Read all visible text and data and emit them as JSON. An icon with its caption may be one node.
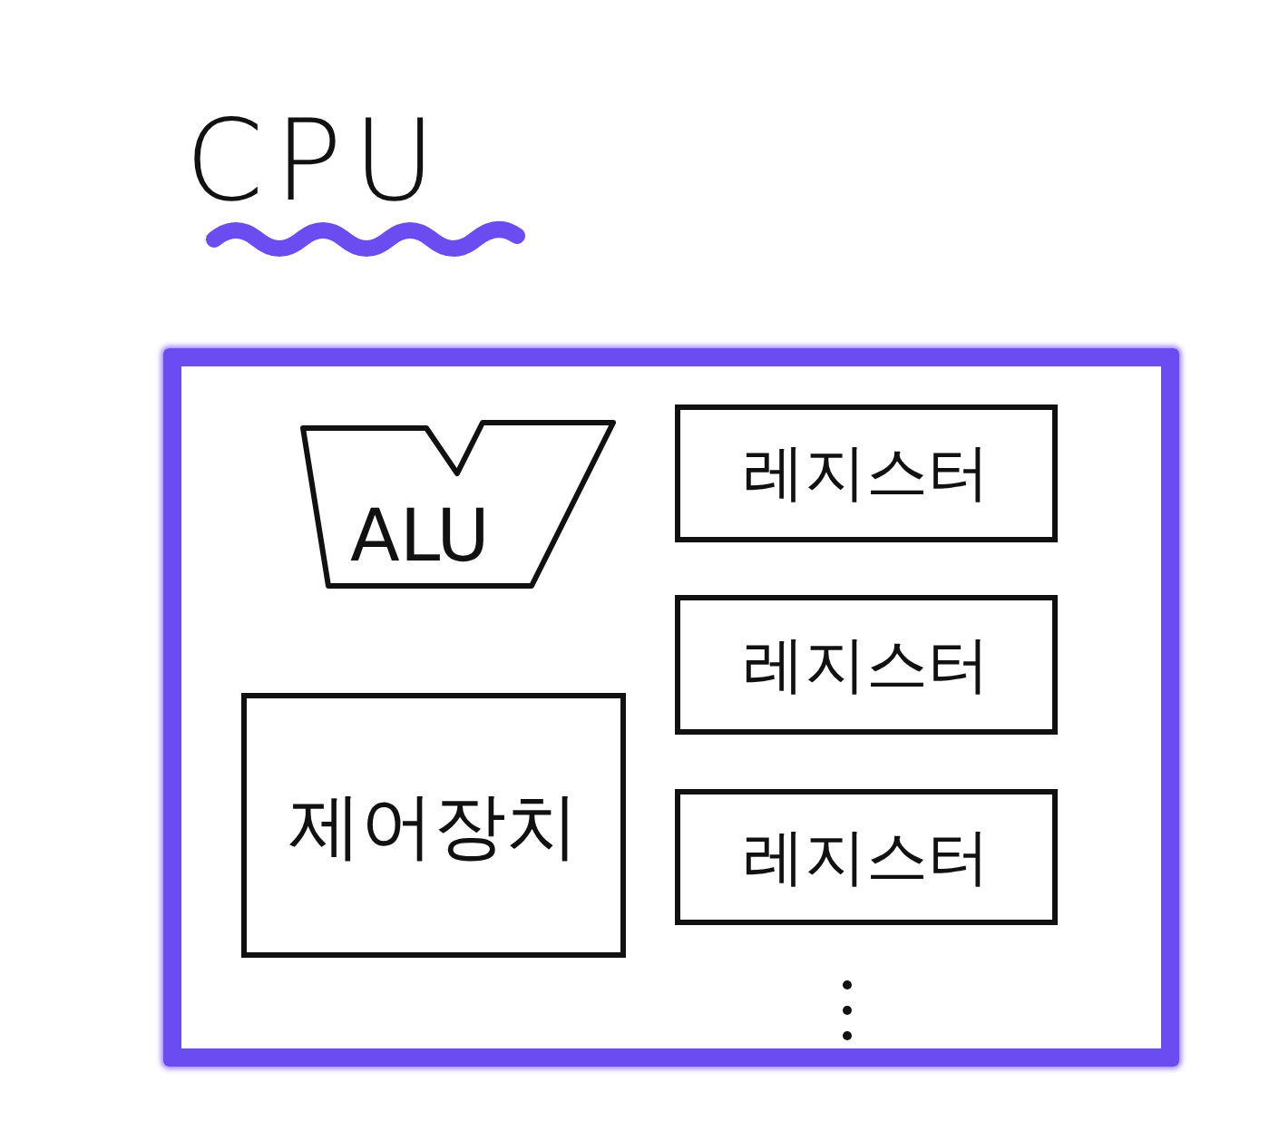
{
  "diagram": {
    "nodes": [
      {
        "text": [
          "CPU"
        ]
      },
      {
        "text": [
          "ALU"
        ],
        "in": 0
      },
      {
        "text": [
          "제어장치"
        ],
        "in": 0
      },
      {
        "text": [
          "레지스터"
        ],
        "in": 0
      },
      {
        "text": [
          "레지스터"
        ],
        "in": 0
      },
      {
        "text": [
          "레지스터"
        ],
        "in": 0
      }
    ]
  }
}
